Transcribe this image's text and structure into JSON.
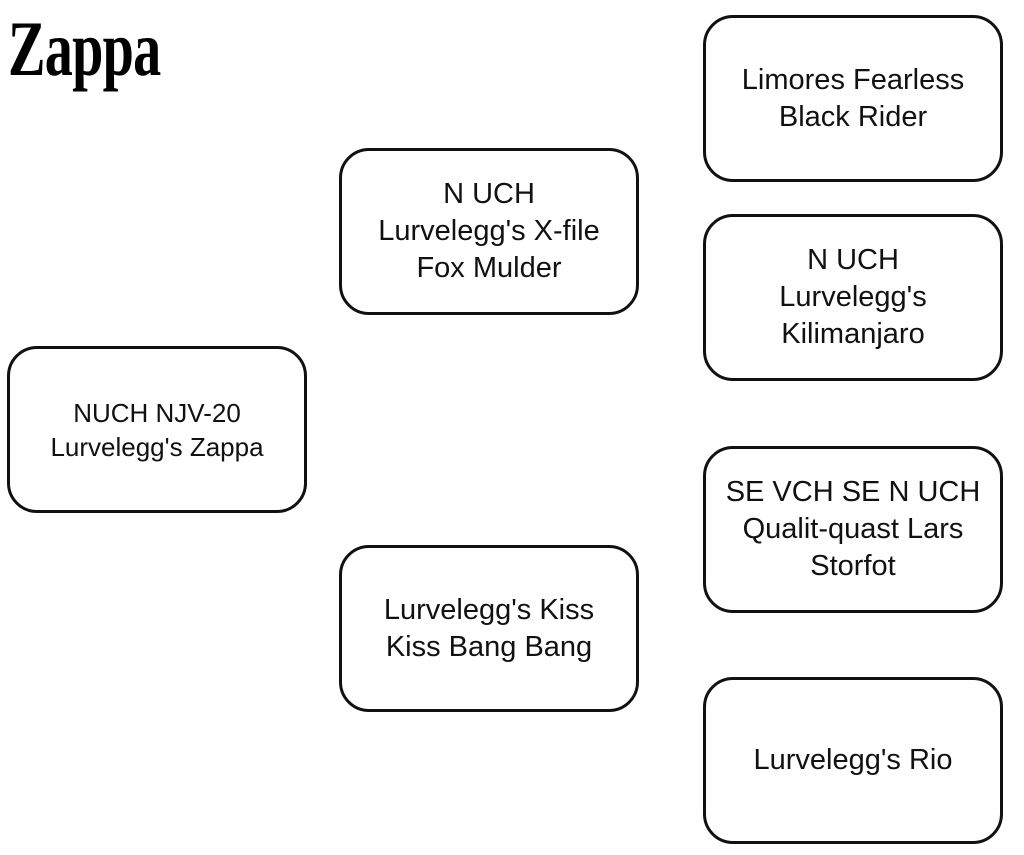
{
  "title": "Zappa",
  "pedigree": {
    "root": {
      "lines": "NUCH NJV-20\nLurvelegg's Zappa"
    },
    "sire": {
      "lines": "N UCH\nLurvelegg's X-file\nFox Mulder"
    },
    "dam": {
      "lines": "Lurvelegg's Kiss\nKiss Bang Bang"
    },
    "sire_sire": {
      "lines": "Limores Fearless\nBlack Rider"
    },
    "sire_dam": {
      "lines": "N UCH\nLurvelegg's\nKilimanjaro"
    },
    "dam_sire": {
      "lines": "SE VCH SE N UCH\nQualit-quast Lars\nStorfot"
    },
    "dam_dam": {
      "lines": "Lurvelegg's Rio"
    }
  }
}
